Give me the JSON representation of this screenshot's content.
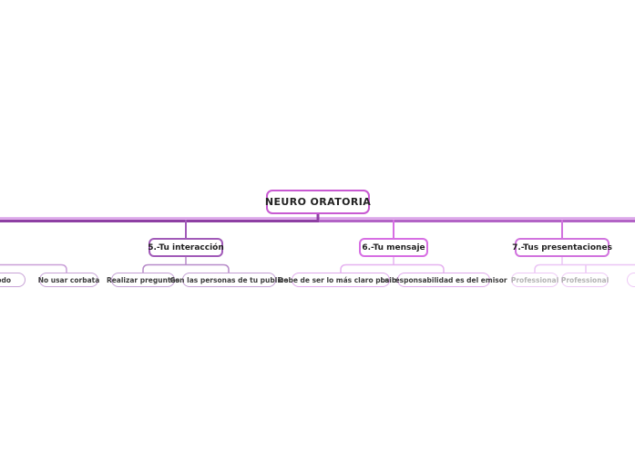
{
  "root": {
    "label": "NEURO ORATORIA"
  },
  "branches": [
    {
      "label": "",
      "note": "parent node clipped off-screen left",
      "children": [
        {
          "label": "a el codo"
        },
        {
          "label": "No usar corbata"
        }
      ]
    },
    {
      "label": "5.-Tu interacción",
      "children": [
        {
          "label": "Realizar preguntas"
        },
        {
          "label": "Con las personas de tu publico"
        }
      ]
    },
    {
      "label": "6.-Tu mensaje",
      "children": [
        {
          "label": "Debe de ser lo más claro posible"
        },
        {
          "label": "La responsabilidad es del emisor"
        }
      ]
    },
    {
      "label": "7.-Tus presentaciones",
      "children": [
        {
          "label": "Professional"
        },
        {
          "label": "Professional"
        },
        {
          "label": ""
        }
      ]
    }
  ],
  "colors": {
    "root_border": "#c85ad2",
    "rail_light": "#daa2e9",
    "rail_dark": "#8e3fa3",
    "rail_medium": "#b263c5",
    "branch5_border": "#a15ab8",
    "branch6_border": "#d76ee3",
    "branch7_border": "#d173de",
    "connector_left": "#c9a0d8",
    "connector5": "#b78bc9",
    "connector6": "#e6b3f0",
    "connector7": "#ebc6f5",
    "leaf_text": "#3b3b3b",
    "placeholder_text": "#b3b3b3",
    "background": "#ffffff"
  }
}
